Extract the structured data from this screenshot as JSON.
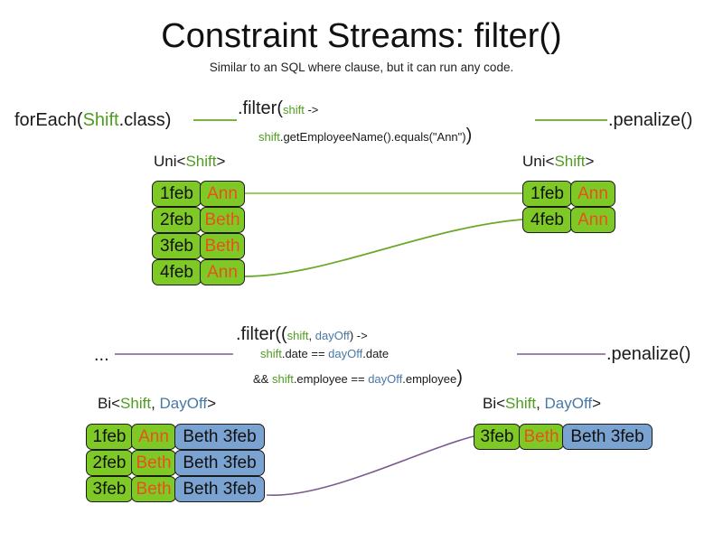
{
  "slide": {
    "title": "Constraint Streams: filter()",
    "subtitle": "Similar to an SQL where clause, but it can run any code."
  },
  "colors": {
    "green_fill": "#7fc927",
    "blue_fill": "#7ba3d1",
    "green_text": "#4f9d20",
    "blue_text": "#4878a8",
    "name_text": "#e8511b",
    "green_wire": "#6aa828",
    "purple_wire": "#7b5b8f",
    "outline": "#1a1a1a"
  },
  "row_uni": {
    "source_label": {
      "prefix": "forEach(",
      "type": "Shift",
      "suffix": ".class)"
    },
    "filter_line1": {
      "head": ".filter(",
      "param": "shift",
      "arrow": " ->"
    },
    "filter_line2": {
      "param": "shift",
      "body": ".getEmployeeName().equals(\"Ann\")",
      "close": ")"
    },
    "sink_label": ".penalize()",
    "left_header": {
      "prefix": "Uni<",
      "type": "Shift",
      "suffix": ">"
    },
    "right_header": {
      "prefix": "Uni<",
      "type": "Shift",
      "suffix": ">"
    },
    "left_tuples": [
      {
        "date": "1feb",
        "name": "Ann"
      },
      {
        "date": "2feb",
        "name": "Beth"
      },
      {
        "date": "3feb",
        "name": "Beth"
      },
      {
        "date": "4feb",
        "name": "Ann"
      }
    ],
    "right_tuples": [
      {
        "date": "1feb",
        "name": "Ann"
      },
      {
        "date": "4feb",
        "name": "Ann"
      }
    ]
  },
  "row_bi": {
    "source_label": "...",
    "filter_line1": {
      "head": ".filter((",
      "param1": "shift",
      "comma": ", ",
      "param2": "dayOff",
      "arrow": ") ->"
    },
    "filter_line2": {
      "param1": "shift",
      "mid": ".date == ",
      "param2": "dayOff",
      "tail": ".date"
    },
    "filter_line3": {
      "amp": "&& ",
      "param1": "shift",
      "mid": ".employee == ",
      "param2": "dayOff",
      "tail": ".employee",
      "close": ")"
    },
    "sink_label": ".penalize()",
    "left_header": {
      "prefix": "Bi<",
      "type1": "Shift",
      "comma": ", ",
      "type2": "DayOff",
      "suffix": ">"
    },
    "right_header": {
      "prefix": "Bi<",
      "type1": "Shift",
      "comma": ", ",
      "type2": "DayOff",
      "suffix": ">"
    },
    "left_tuples": [
      {
        "date": "1feb",
        "name": "Ann",
        "dayoff": "Beth 3feb"
      },
      {
        "date": "2feb",
        "name": "Beth",
        "dayoff": "Beth 3feb"
      },
      {
        "date": "3feb",
        "name": "Beth",
        "dayoff": "Beth 3feb"
      }
    ],
    "right_tuples": [
      {
        "date": "3feb",
        "name": "Beth",
        "dayoff": "Beth 3feb"
      }
    ]
  }
}
